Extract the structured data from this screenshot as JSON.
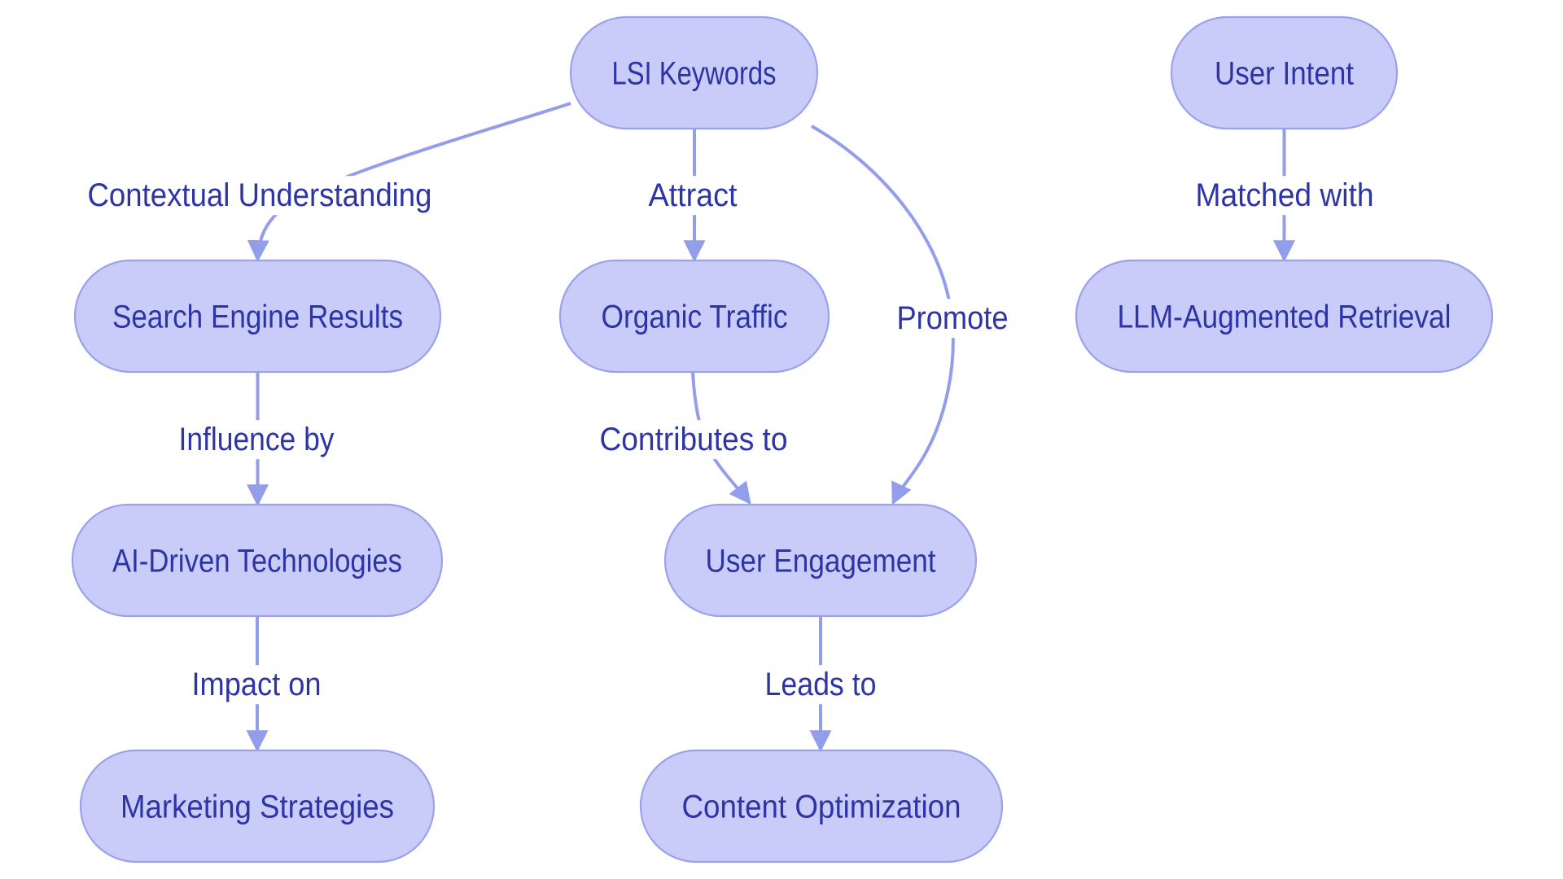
{
  "diagram": {
    "type": "flowchart",
    "direction": "top-down",
    "background": "#ffffff",
    "colors": {
      "node_fill": "#c9ccf9",
      "node_border": "#9ba2ec",
      "edge_line": "#939eeb",
      "text": "#2d34a6",
      "label_bg": "#ffffff"
    },
    "nodes": [
      {
        "id": "lsi-keywords",
        "label": "LSI Keywords"
      },
      {
        "id": "user-intent",
        "label": "User Intent"
      },
      {
        "id": "search-engine-results",
        "label": "Search Engine Results"
      },
      {
        "id": "organic-traffic",
        "label": "Organic Traffic"
      },
      {
        "id": "llm-augmented-retrieval",
        "label": "LLM-Augmented Retrieval"
      },
      {
        "id": "ai-driven-technologies",
        "label": "AI-Driven Technologies"
      },
      {
        "id": "user-engagement",
        "label": "User Engagement"
      },
      {
        "id": "marketing-strategies",
        "label": "Marketing Strategies"
      },
      {
        "id": "content-optimization",
        "label": "Content Optimization"
      }
    ],
    "edges": [
      {
        "from": "lsi-keywords",
        "to": "search-engine-results",
        "label": "Contextual Understanding"
      },
      {
        "from": "lsi-keywords",
        "to": "organic-traffic",
        "label": "Attract"
      },
      {
        "from": "lsi-keywords",
        "to": "user-engagement",
        "label": "Promote"
      },
      {
        "from": "search-engine-results",
        "to": "ai-driven-technologies",
        "label": "Influence by"
      },
      {
        "from": "ai-driven-technologies",
        "to": "marketing-strategies",
        "label": "Impact on"
      },
      {
        "from": "organic-traffic",
        "to": "user-engagement",
        "label": "Contributes to"
      },
      {
        "from": "user-intent",
        "to": "llm-augmented-retrieval",
        "label": "Matched with"
      },
      {
        "from": "user-engagement",
        "to": "content-optimization",
        "label": "Leads to"
      }
    ]
  }
}
